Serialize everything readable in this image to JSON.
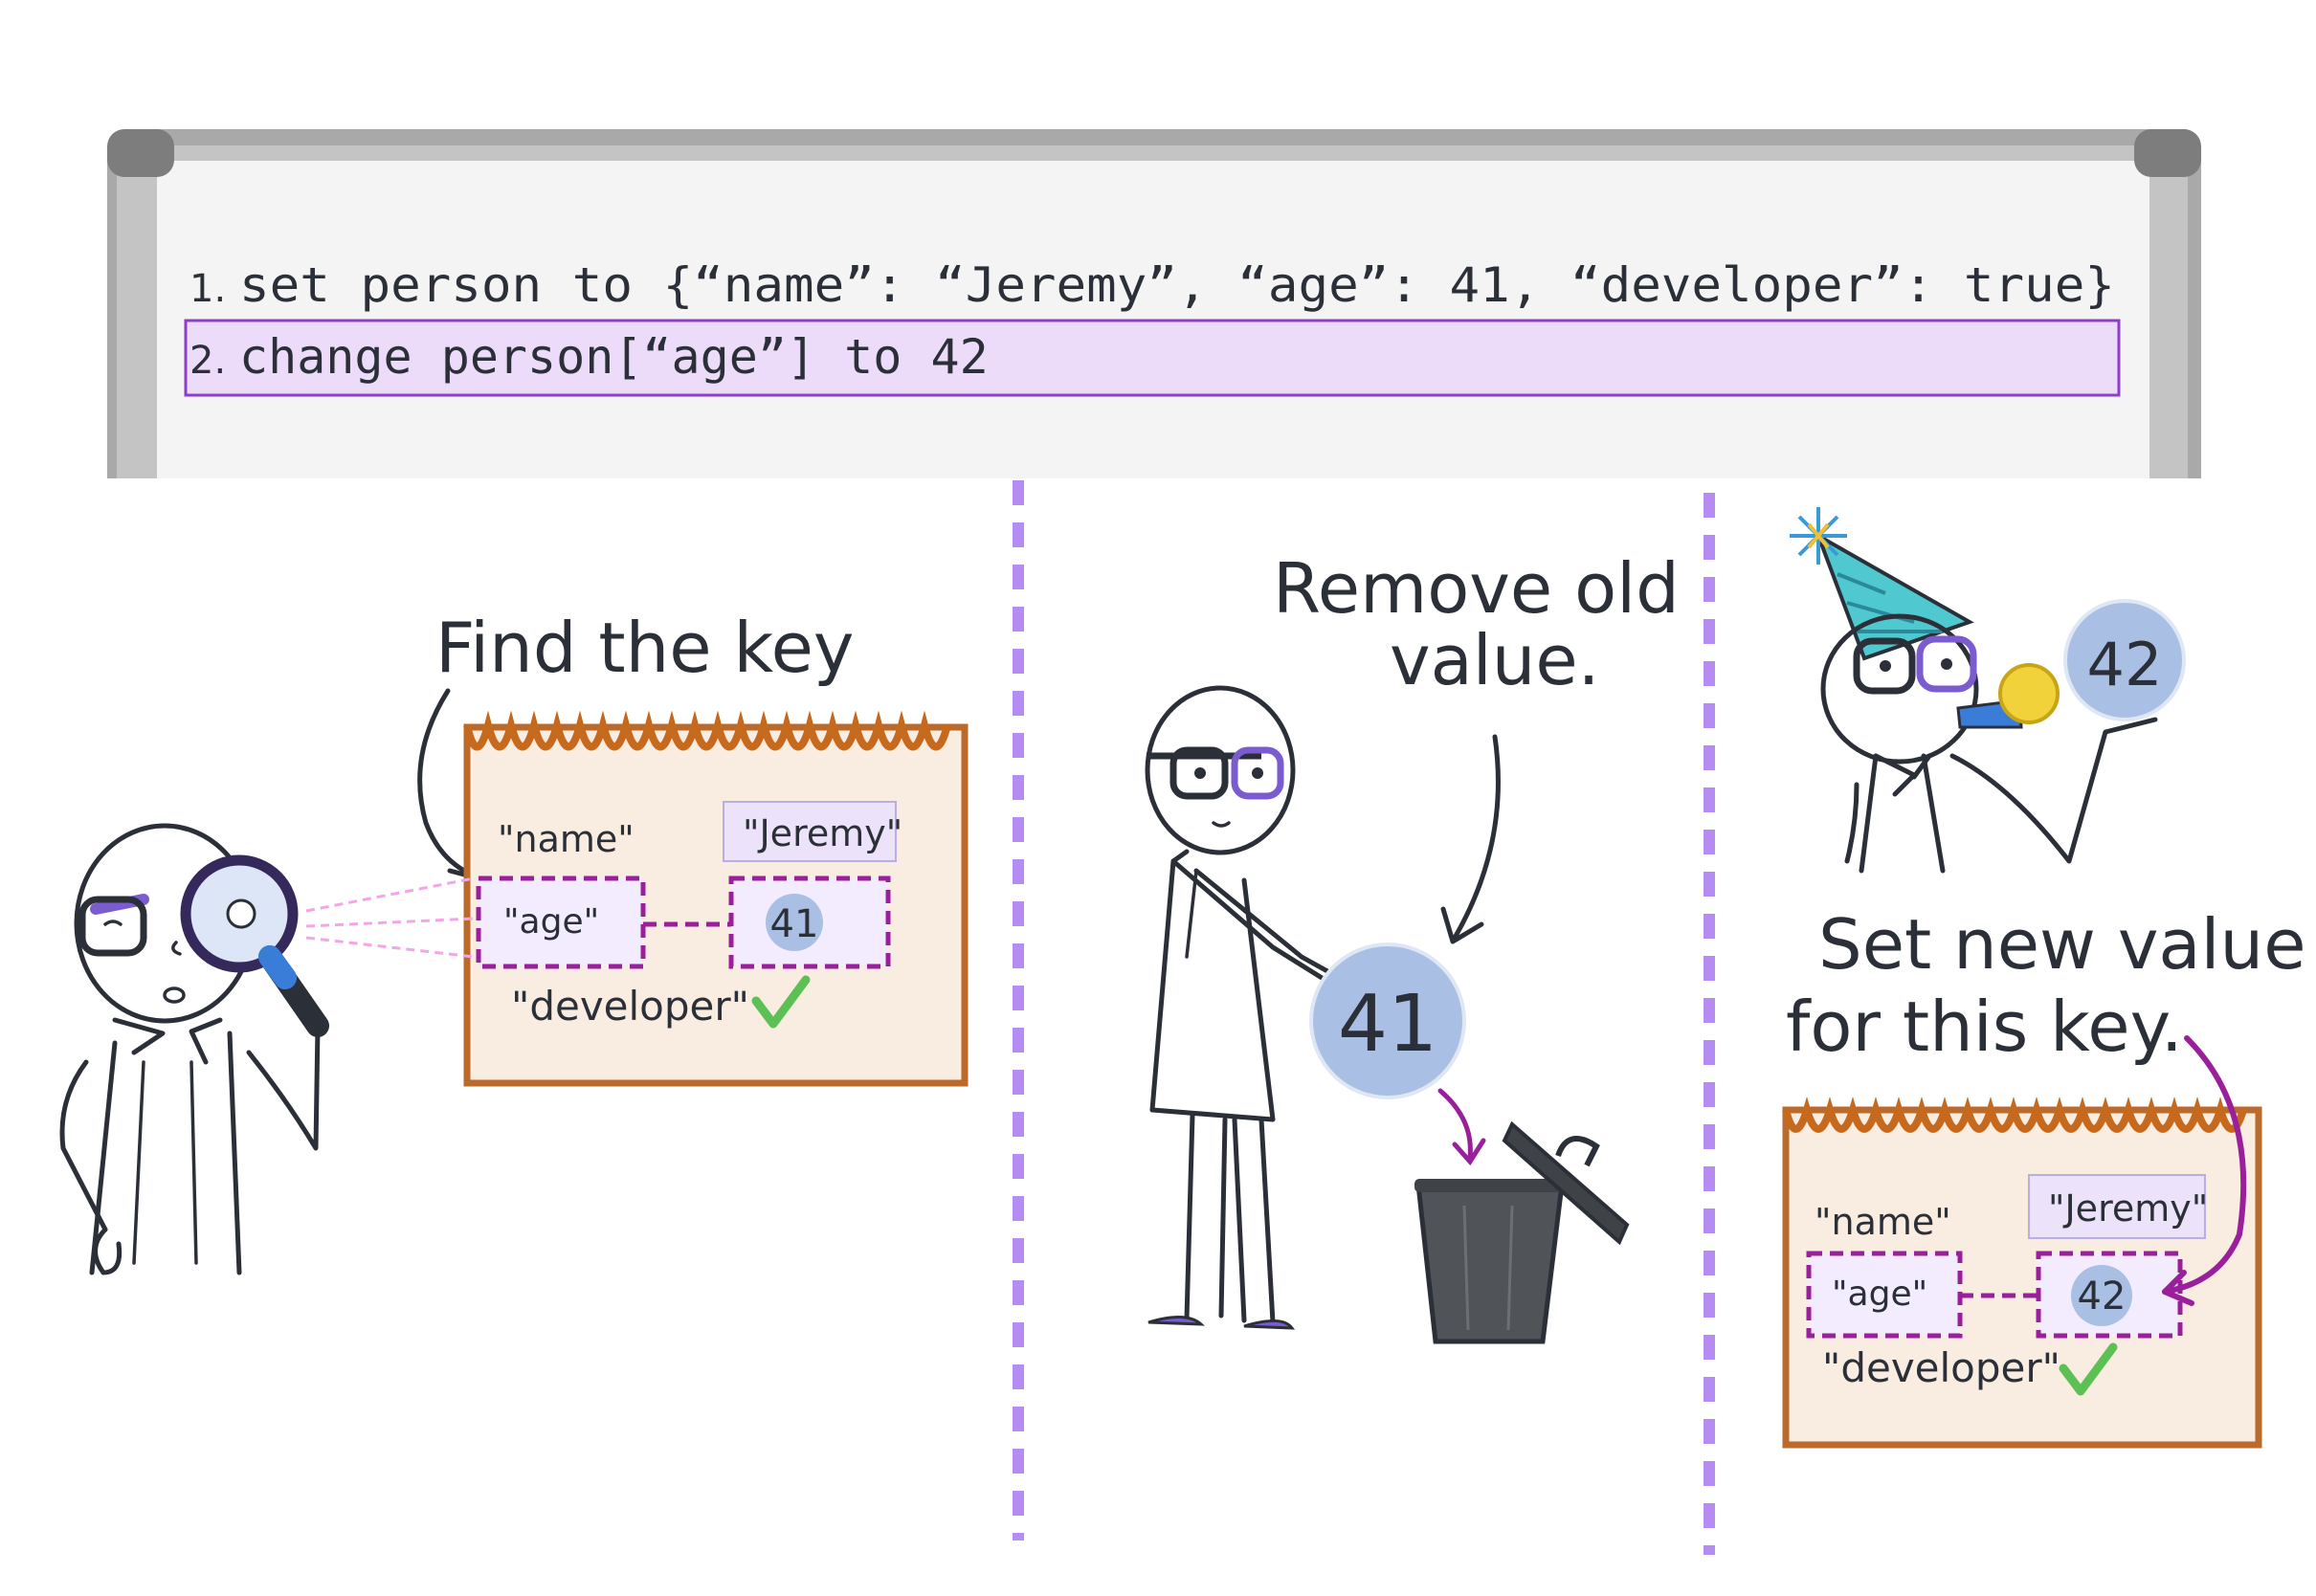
{
  "board": {
    "lines": [
      {
        "num": "1.",
        "code": "set person to {“name”: “Jeremy”, “age”: 41, “developer”: true}"
      },
      {
        "num": "2.",
        "code": "change person[“age”] to 42"
      }
    ],
    "highlighted_line": 2
  },
  "panel1": {
    "caption": "Find the key",
    "table": {
      "key_name": "\"name\"",
      "value_name": "\"Jeremy\"",
      "key_age": "\"age\"",
      "value_age": "41",
      "key_dev": "\"developer\""
    }
  },
  "panel2": {
    "caption_line1": "Remove old",
    "caption_line2": "value.",
    "ball_value": "41"
  },
  "panel3": {
    "ball_value": "42",
    "caption_line1": "Set new value",
    "caption_line2": "for this key.",
    "table": {
      "key_name": "\"name\"",
      "value_name": "\"Jeremy\"",
      "key_age": "\"age\"",
      "value_age": "42",
      "key_dev": "\"developer\""
    }
  },
  "colors": {
    "accent_purple": "#9a1f9a",
    "highlight_bg": "#ecdcfa",
    "separator": "#b48cf2",
    "table_bg": "#f9ece0",
    "table_border": "#bc6a2c",
    "ball": "#a9bfe4",
    "check": "#5cc054"
  }
}
